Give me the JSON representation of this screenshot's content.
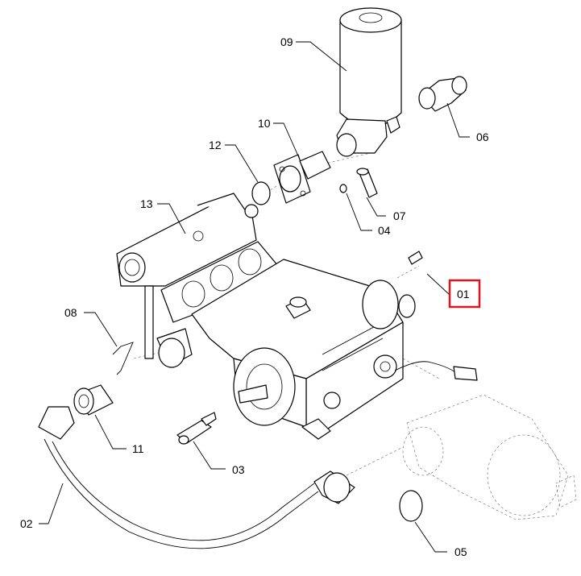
{
  "labels": {
    "p01": "01",
    "p02": "02",
    "p03": "03",
    "p04": "04",
    "p05": "05",
    "p06": "06",
    "p07": "07",
    "p08": "08",
    "p09": "09",
    "p10": "10",
    "p11": "11",
    "p12": "12",
    "p13": "13"
  },
  "highlighted_label": "01",
  "colors": {
    "highlight": "#e0141e",
    "line": "#000000",
    "background": "#ffffff"
  }
}
